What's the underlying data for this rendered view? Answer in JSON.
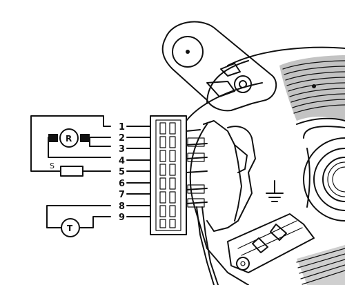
{
  "terminals": {
    "pins": [
      "1",
      "2",
      "3",
      "4",
      "5",
      "6",
      "7",
      "8",
      "9"
    ]
  },
  "components": {
    "rotor_brush_label": "R",
    "resistor_label": "S",
    "thermal_protector_label": "T"
  },
  "colors": {
    "ink": "#111111",
    "background": "#ffffff"
  },
  "icons": {
    "ground": "ground-icon"
  }
}
